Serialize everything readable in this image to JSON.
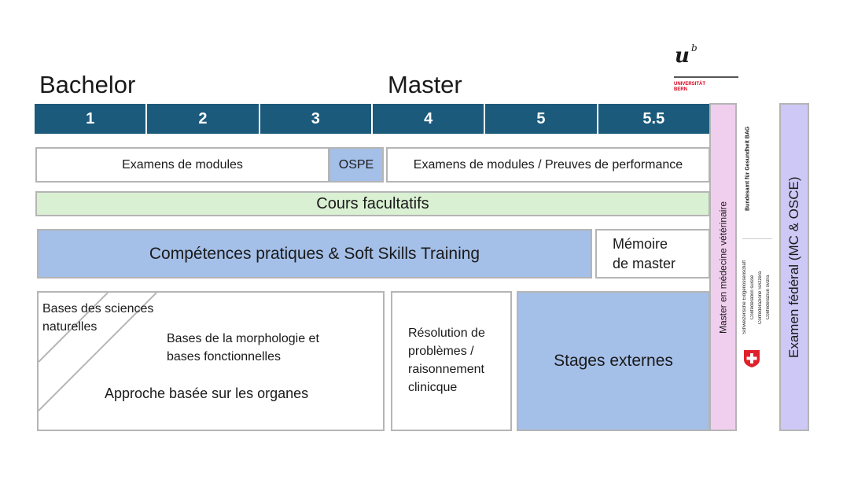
{
  "header": {
    "bachelor": "Bachelor",
    "master": "Master"
  },
  "logo_unibe": {
    "mark": "u",
    "superscript": "b",
    "line1": "UNIVERSITÄT",
    "line2": "BERN"
  },
  "years": [
    "1",
    "2",
    "3",
    "4",
    "5",
    "5.5"
  ],
  "exams": {
    "bachelor_modules": "Examens de modules",
    "ospe": "OSPE",
    "master_modules": "Examens de modules / Preuves de performance"
  },
  "optional_courses": "Cours facultatifs",
  "practical_skills": "Compétences pratiques & Soft Skills Training",
  "thesis": {
    "line1": "Mémoire",
    "line2": "de master"
  },
  "foundations": {
    "natural_sciences_1": "Bases des sciences",
    "natural_sciences_2": "naturelles",
    "morphology_1": "Bases de la morphologie et",
    "morphology_2": "bases fonctionnelles",
    "organ_approach": "Approche basée sur les organes"
  },
  "clinical_reasoning": {
    "line1": "Résolution de",
    "line2": "problèmes /",
    "line3": "raisonnement",
    "line4": "clinicque"
  },
  "external_internships": "Stages externes",
  "master_vet": "Master en médecine vétérinaire",
  "bag": {
    "office": "Bundesamt für Gesundheit BAG",
    "conf_de": "Schweizerische Eidgenossenschaft",
    "conf_fr": "Confédération suisse",
    "conf_it": "Confederazione Svizzera",
    "conf_rm": "Confederaziun svizra"
  },
  "federal_exam": "Examen fédéral (MC & OSCE)",
  "colors": {
    "year_bar": "#1c5a7c",
    "blue_box": "#a4bfe8",
    "green_box": "#d9f0d3",
    "master_pink": "#f0cfee",
    "exam_lavender": "#cdc8f5",
    "swiss_red": "#e0202a",
    "unibe_red": "#d4001a"
  }
}
